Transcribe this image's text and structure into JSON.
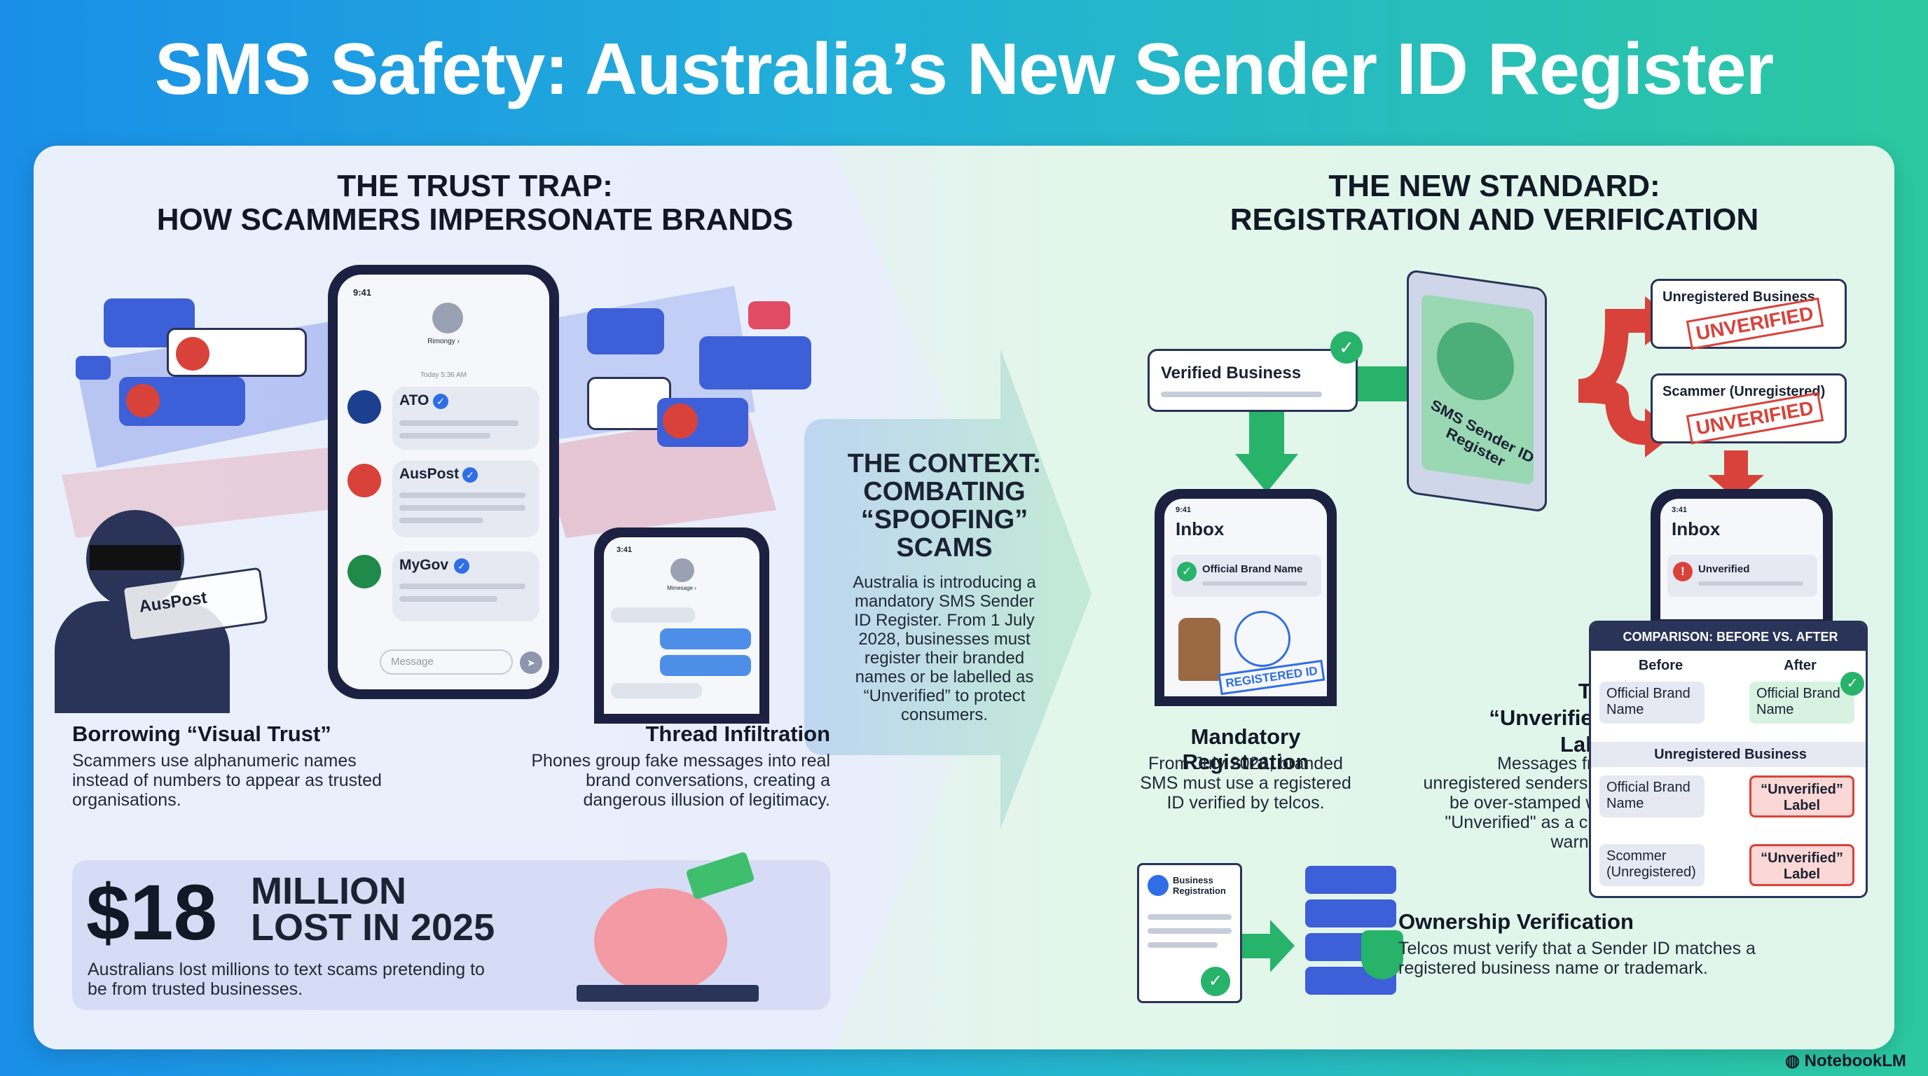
{
  "title": "SMS Safety: Australia’s New Sender ID Register",
  "left": {
    "heading_1": "THE TRUST TRAP:",
    "heading_2": "HOW SCAMMERS IMPERSONATE BRANDS",
    "phone_time": "9:41",
    "contact_name": "Rimongy ›",
    "date_text": "Today 5:36 AM",
    "senders": [
      "ATO",
      "AusPost",
      "MyGov"
    ],
    "message_placeholder": "Message",
    "scammer_card": "AusPost",
    "small_phone_time": "3:41",
    "small_phone_contact": "Mimesage ›",
    "visual_trust_title": "Borrowing “Visual Trust”",
    "visual_trust_body": "Scammers use alphanumeric names instead of numbers to appear as trusted organisations.",
    "thread_title": "Thread Infiltration",
    "thread_body": "Phones group fake messages into real brand conversations, creating a dangerous illusion of legitimacy.",
    "stat_value": "$18",
    "stat_label_1": "MILLION",
    "stat_label_2": "LOST IN 2025",
    "stat_body": "Australians lost millions to text scams pretending to be from trusted businesses."
  },
  "context": {
    "heading": [
      "THE CONTEXT:",
      "COMBATING",
      "“SPOOFING”",
      "SCAMS"
    ],
    "body": "Australia is introducing a mandatory SMS Sender ID Register. From 1 July 2028, businesses must register their branded names or be labelled as “Unverified” to protect consumers."
  },
  "right": {
    "heading_1": "THE NEW STANDARD:",
    "heading_2": "REGISTRATION AND VERIFICATION",
    "verified_business": "Verified Business",
    "register_label": "SMS Sender ID Register",
    "unregistered_business_card": "Unregistered Business",
    "scammer_card": "Scammer (Unregistered)",
    "unverified_stamp": "UNVERIFIED",
    "inbox_title": "Inbox",
    "phone_time": "9:41",
    "phone_time_2": "3:41",
    "official_brand_name": "Official Brand Name",
    "unverified_msg": "Unverified",
    "registered_stamp": "REGISTERED ID",
    "mandatory_title": "Mandatory Registration",
    "mandatory_body": "From July 2026, branded SMS must use a registered ID verified by telcos.",
    "unverified_label_title": [
      "The",
      "“Unverified”",
      "Label"
    ],
    "unverified_label_body": "Messages from unregistered senders will be over-stamped with \"Unverified\" as a clear warning.",
    "ownership_title": "Ownership Verification",
    "ownership_body": "Telcos must verify that a Sender ID matches a registered business name or trademark.",
    "business_registration": "Business Registration"
  },
  "comparison": {
    "header": "COMPARISON: BEFORE VS. AFTER",
    "col_before": "Before",
    "col_after": "After",
    "row1_before": "Official Brand Name",
    "row1_after": "Official Brand Name",
    "section_label": "Unregistered Business",
    "row2_before": "Official Brand Name",
    "row2_after": "“Unverified” Label",
    "row3_before": "Scommer (Unregistered)",
    "row3_after": "“Unverified” Label"
  },
  "watermark": "NotebookLM",
  "colors": {
    "accent_green": "#27b36a",
    "accent_red": "#d9423a",
    "navy": "#1c2142",
    "blue": "#2f6ee6"
  }
}
